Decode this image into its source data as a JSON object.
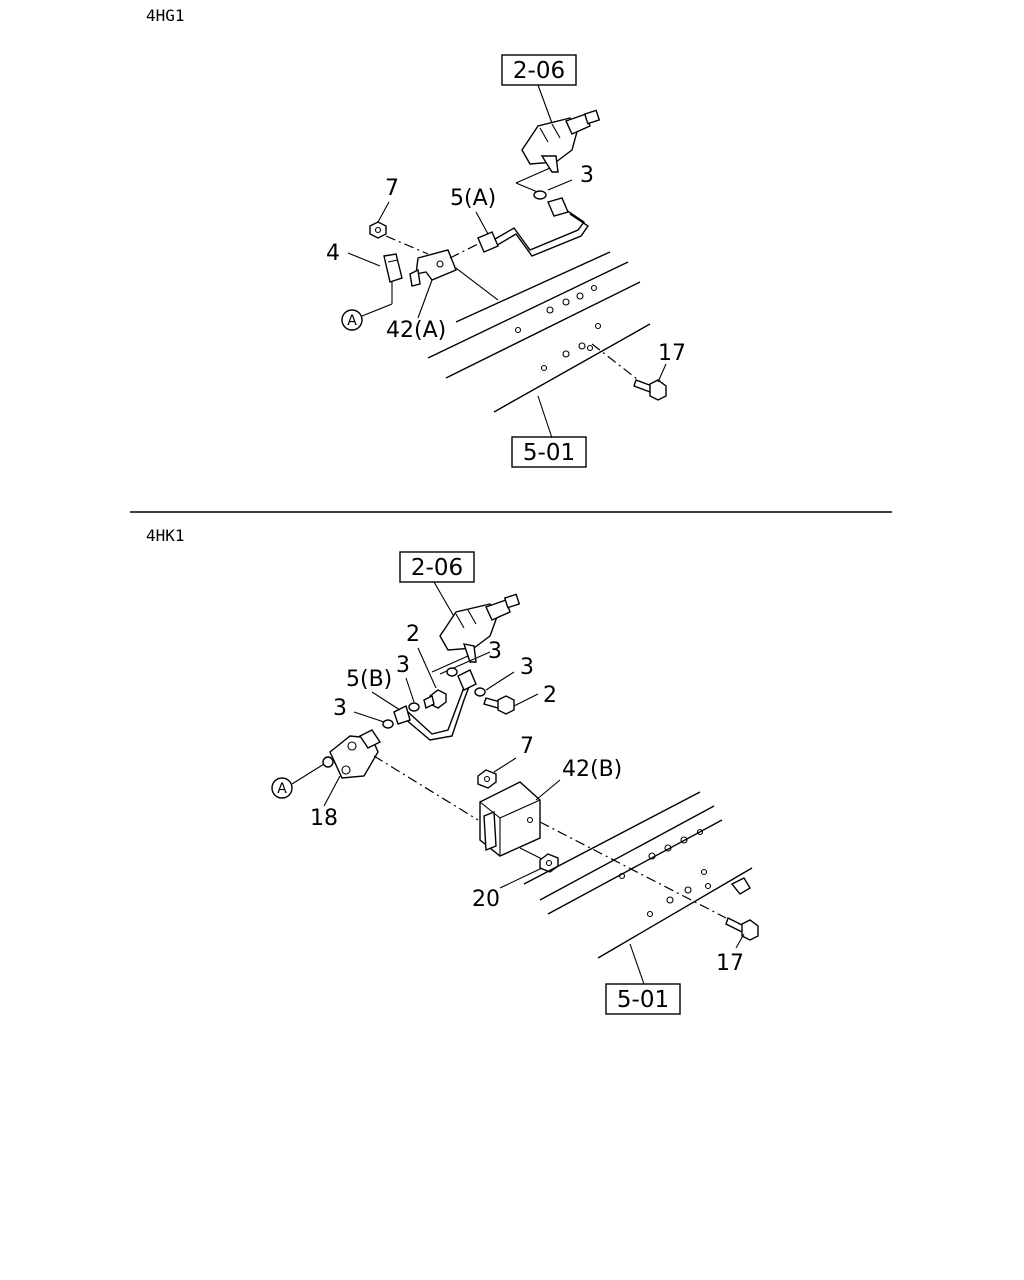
{
  "sections": [
    {
      "title": "4HG1",
      "refs": [
        "2-06",
        "5-01"
      ],
      "callouts": [
        "7",
        "5(A)",
        "3",
        "4",
        "42(A)",
        "17"
      ],
      "circle_ref": "A"
    },
    {
      "title": "4HK1",
      "refs": [
        "2-06",
        "5-01"
      ],
      "callouts": [
        "2",
        "3",
        "3",
        "5(B)",
        "3",
        "2",
        "3",
        "7",
        "42(B)",
        "18",
        "20",
        "17"
      ],
      "circle_ref": "A"
    }
  ]
}
